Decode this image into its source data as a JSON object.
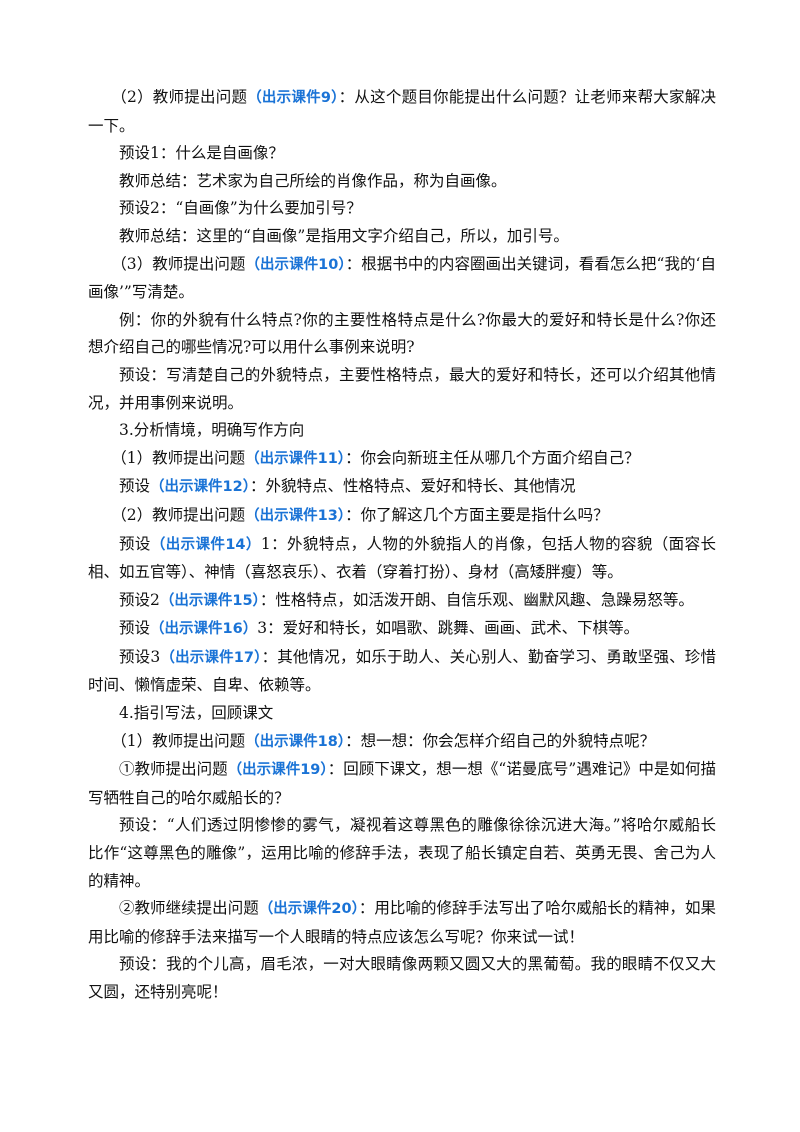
{
  "paragraphs": [
    {
      "segments": [
        {
          "t": "（2）教师提出问题"
        },
        {
          "t": "（出示课件9）",
          "hl": true
        },
        {
          "t": "：从这个题目你能提出什么问题？让老师来帮大家解决一下。"
        }
      ],
      "cls": "first"
    },
    {
      "segments": [
        {
          "t": "预设1：什么是自画像？"
        }
      ]
    },
    {
      "segments": [
        {
          "t": "教师总结：艺术家为自己所绘的肖像作品，称为自画像。"
        }
      ]
    },
    {
      "segments": [
        {
          "t": "预设2：“自画像”为什么要加引号？"
        }
      ]
    },
    {
      "segments": [
        {
          "t": "教师总结：这里的“自画像”是指用文字介绍自己，所以，加引号。"
        }
      ]
    },
    {
      "segments": [
        {
          "t": "（3）教师提出问题"
        },
        {
          "t": "（出示课件10）",
          "hl": true
        },
        {
          "t": "：根据书中的内容圈画出关键词，看看怎么把“我的‘自画像’”写清楚。"
        }
      ],
      "cls": "first"
    },
    {
      "segments": [
        {
          "t": "例：你的外貌有什么特点?你的主要性格特点是什么?你最大的爱好和特长是什么?你还想介绍自己的哪些情况?可以用什么事例来说明?"
        }
      ]
    },
    {
      "segments": [
        {
          "t": "预设：写清楚自己的外貌特点，主要性格特点，最大的爱好和特长，还可以介绍其他情况，并用事例来说明。"
        }
      ]
    },
    {
      "segments": [
        {
          "t": "3.分析情境，明确写作方向"
        }
      ]
    },
    {
      "segments": [
        {
          "t": "（1）教师提出问题"
        },
        {
          "t": "（出示课件11）",
          "hl": true
        },
        {
          "t": "：你会向新班主任从哪几个方面介绍自己？"
        }
      ],
      "cls": "first"
    },
    {
      "segments": [
        {
          "t": "预设"
        },
        {
          "t": "（出示课件12）",
          "hl": true
        },
        {
          "t": "：外貌特点、性格特点、爱好和特长、其他情况"
        }
      ]
    },
    {
      "segments": [
        {
          "t": "（2）教师提出问题"
        },
        {
          "t": "（出示课件13）",
          "hl": true
        },
        {
          "t": "：你了解这几个方面主要是指什么吗？"
        }
      ],
      "cls": "first"
    },
    {
      "segments": [
        {
          "t": "预设"
        },
        {
          "t": "（出示课件14）",
          "hl": true
        },
        {
          "t": "1：外貌特点，人物的外貌指人的肖像，包括人物的容貌（面容长相、如五官等）、神情（喜怒哀乐）、衣着（穿着打扮）、身材（高矮胖瘦）等。"
        }
      ]
    },
    {
      "segments": [
        {
          "t": "预设2"
        },
        {
          "t": "（出示课件15）",
          "hl": true
        },
        {
          "t": "：性格特点，如活泼开朗、自信乐观、幽默风趣、急躁易怒等。"
        }
      ]
    },
    {
      "segments": [
        {
          "t": "预设"
        },
        {
          "t": "（出示课件16）",
          "hl": true
        },
        {
          "t": "3：爱好和特长，如唱歌、跳舞、画画、武术、下棋等。"
        }
      ]
    },
    {
      "segments": [
        {
          "t": "预设3"
        },
        {
          "t": "（出示课件17）",
          "hl": true
        },
        {
          "t": "：其他情况，如乐于助人、关心别人、勤奋学习、勇敢坚强、珍惜时间、懒惰虚荣、自卑、依赖等。"
        }
      ]
    },
    {
      "segments": [
        {
          "t": "4.指引写法，回顾课文"
        }
      ]
    },
    {
      "segments": [
        {
          "t": "（1）教师提出问题"
        },
        {
          "t": "（出示课件18）",
          "hl": true
        },
        {
          "t": "：想一想：你会怎样介绍自己的外貌特点呢？"
        }
      ],
      "cls": "first"
    },
    {
      "segments": [
        {
          "t": "①教师提出问题"
        },
        {
          "t": "（出示课件19）",
          "hl": true
        },
        {
          "t": "：回顾下课文，想一想《“诺曼底号”遇难记》中是如何描写牺牲自己的哈尔威船长的？"
        }
      ]
    },
    {
      "segments": [
        {
          "t": "预设：“人们透过阴惨惨的雾气，凝视着这尊黑色的雕像徐徐沉进大海。”将哈尔威船长比作“这尊黑色的雕像”，运用比喻的修辞手法，表现了船长镇定自若、英勇无畏、舍己为人的精神。"
        }
      ]
    },
    {
      "segments": [
        {
          "t": "②教师继续提出问题"
        },
        {
          "t": "（出示课件20）",
          "hl": true
        },
        {
          "t": "：用比喻的修辞手法写出了哈尔威船长的精神，如果用比喻的修辞手法来描写一个人眼睛的特点应该怎么写呢？你来试一试！"
        }
      ]
    },
    {
      "segments": [
        {
          "t": "预设：我的个儿高，眉毛浓，一对大眼睛像两颗又圆又大的黑葡萄。我的眼睛不仅又大又圆，还特别亮呢！"
        }
      ]
    }
  ]
}
